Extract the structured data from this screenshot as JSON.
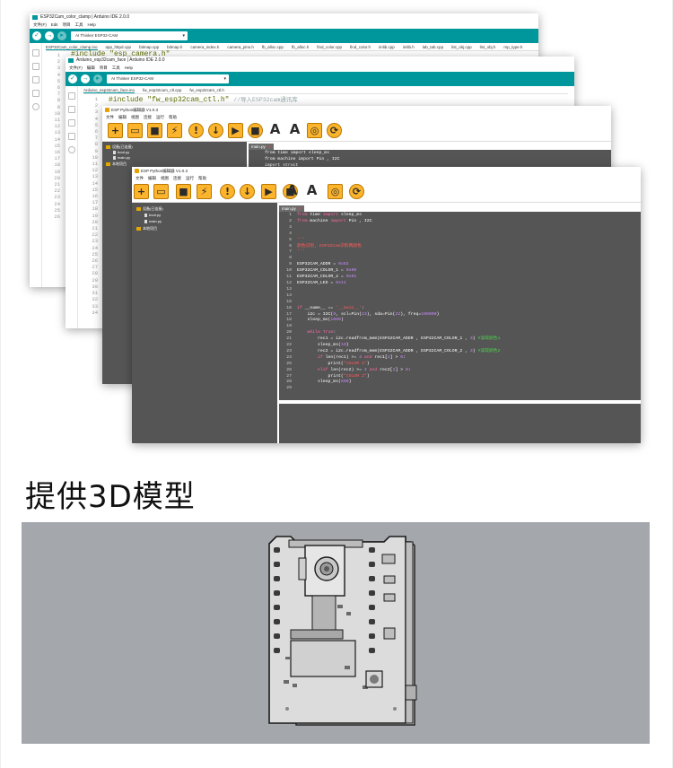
{
  "win1": {
    "title": "ESP32Cam_color_clamp | Arduino IDE 2.0.0",
    "menu": [
      "文件(F)",
      "Edit",
      "项目",
      "工具",
      "Help"
    ],
    "board": "AI Thinker ESP32-CAM",
    "tabs": [
      "ESP32Cam_color_clamp.ino",
      "app_httpd.cpp",
      "bitmap.cpp",
      "bitmap.h",
      "camera_index.h",
      "camera_pins.h",
      "fb_alloc.cpp",
      "fb_alloc.h",
      "find_color.cpp",
      "find_color.h",
      "imlib.cpp",
      "imlib.h",
      "lab_tab.cpp",
      "list_obj.cpp",
      "list_obj.h",
      "mp_type.h"
    ],
    "code_line1": "#include \"esp_camera.h\"",
    "line_numbers": "1\n2\n3\n4\n5\n6\n7\n8\n9\n10\n11\n12\n13\n14\n15\n16\n17\n18\n19\n20\n21\n22\n23\n24\n25\n26"
  },
  "win2": {
    "title": "Arduino_esp32cam_face | Arduino IDE 2.0.0",
    "menu": [
      "文件(F)",
      "编辑",
      "项目",
      "工具",
      "Help"
    ],
    "board": "AI Thinker ESP32-CAM",
    "tabs": [
      "Arduino_esp32cam_face.ino",
      "fw_esp32cam_ctl.cpp",
      "fw_esp32cam_ctl.h"
    ],
    "code_include": "#include \"fw_esp32cam_ctl.h\"",
    "code_comment": "//导入ESP32cam通讯库",
    "line_numbers": "1\n2\n3\n4\n5\n6\n7\n8\n9\n10\n11\n12\n13\n14\n15\n16\n17\n18\n19\n20\n21\n22\n23\n24\n25\n26\n27\n28\n29\n30\n31\n32\n33\n34"
  },
  "win3": {
    "title": "ESP Python编辑器 V1.0.3",
    "menu": [
      "文件",
      "编辑",
      "视图",
      "连接",
      "运行",
      "帮助"
    ],
    "tree": [
      "设备(已连接)",
      "boot.py",
      "main.py",
      "本地项目"
    ],
    "tab": "main.py",
    "code": [
      "from time import sleep_ms",
      "from machine import Pin , I2C",
      "import struct"
    ]
  },
  "win4": {
    "title": "ESP Python编辑器 V1.0.3",
    "menu": [
      "文件",
      "编辑",
      "视图",
      "连接",
      "运行",
      "帮助"
    ],
    "tree": [
      "设备(已连接)",
      "boot.py",
      "main.py",
      "本地项目"
    ],
    "tab": "main.py",
    "toolbar_icons": [
      "new-icon",
      "open-folder-icon",
      "save-icon",
      "connect-icon",
      "info-icon",
      "download-icon",
      "run-folder-icon",
      "stop-icon",
      "font-larger-icon",
      "font-smaller-icon",
      "search-icon",
      "refresh-icon"
    ],
    "line_numbers": "1\n2\n3\n4\n5\n6\n7\n8\n9\n10\n11\n12\n13\n14\n15\n16\n17\n18\n19\n20\n21\n22\n23\n24\n25\n26\n27\n28\n29",
    "code": {
      "l1a": "from",
      "l1b": " time ",
      "l1c": "import",
      "l1d": " sleep_ms",
      "l2a": "from",
      "l2b": " machine ",
      "l2c": "import",
      "l2d": " Pin , I2C",
      "l5": "'''",
      "l6": "颜色识别, ESP32Cam识别两颜色",
      "l7": "'''",
      "l9a": "ESP32CAM_ADDR = ",
      "l9b": "0x52",
      "l10a": "ESP32CAM_COLOR_1 = ",
      "l10b": "0x00",
      "l11a": "ESP32CAM_COLOR_2 = ",
      "l11b": "0x01",
      "l12a": "ESP32CAM_LED = ",
      "l12b": "0x11",
      "l16a": "if",
      "l16b": " __name__ == ",
      "l16c": "'__main__'",
      "l16d": ":",
      "l17a": "    i2c = I2C(",
      "l17b": "0",
      "l17c": ", scl=Pin(",
      "l17d": "23",
      "l17e": "), sda=Pin(",
      "l17f": "22",
      "l17g": "), freq=",
      "l17h": "100000",
      "l17i": ")",
      "l18a": "    sleep_ms(",
      "l18b": "1000",
      "l18c": ")",
      "l20a": "    ",
      "l20b": "while",
      "l20c": " ",
      "l20d": "True",
      "l20e": ":",
      "l21a": "        rec1 = i2c.readfrom_mem(ESP32CAM_ADDR , ESP32CAM_COLOR_1 , ",
      "l21b": "3",
      "l21c": ") ",
      "l21d": "#读取颜色1",
      "l22a": "        sleep_ms(",
      "l22b": "10",
      "l22c": ")",
      "l23a": "        rec2 = i2c.readfrom_mem(ESP32CAM_ADDR , ESP32CAM_COLOR_2 , ",
      "l23b": "3",
      "l23c": ") ",
      "l23d": "#读取颜色2",
      "l24a": "        ",
      "l24b": "if",
      "l24c": " len(rec1) >= ",
      "l24d": "4",
      "l24e": " ",
      "l24f": "and",
      "l24g": " rec1[",
      "l24h": "2",
      "l24i": "] > ",
      "l24j": "0",
      "l24k": ":",
      "l25a": "            print(",
      "l25b": "\"COLOR 1\"",
      "l25c": ")",
      "l26a": "        ",
      "l26b": "elif",
      "l26c": " len(rec2) >= ",
      "l26d": "4",
      "l26e": " ",
      "l26f": "and",
      "l26g": " rec2[",
      "l26h": "2",
      "l26i": "] > ",
      "l26j": "0",
      "l26k": ":",
      "l27a": "            print(",
      "l27b": "\"COLOR 2\"",
      "l27c": ")",
      "l28a": "        sleep_ms(",
      "l28b": "500",
      "l28c": ")"
    }
  },
  "section": {
    "heading": "提供3D模型"
  }
}
